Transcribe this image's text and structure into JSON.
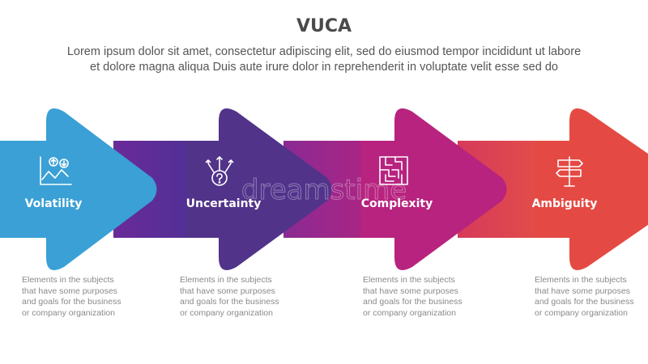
{
  "header": {
    "title": "VUCA",
    "subtitle_lines": [
      "Lorem ipsum dolor sit amet, consectetur adipiscing elit, sed do eiusmod tempor incididunt ut labore",
      "et dolore magna aliqua Duis aute irure dolor in reprehenderit in voluptate velit esse sed do"
    ]
  },
  "watermark": "dreamstime",
  "steps": [
    {
      "label": "Volatility",
      "icon": "chart-up-down-icon",
      "color": "#3aa0d5",
      "desc": [
        "Elements in the subjects",
        "that have some purposes",
        "and goals for the  business",
        "or company organization"
      ]
    },
    {
      "label": "Uncertainty",
      "icon": "question-arrows-icon",
      "color": "#51338a",
      "desc": [
        "Elements in the subjects",
        "that have some purposes",
        "and goals for the  business",
        "or company organization"
      ]
    },
    {
      "label": "Complexity",
      "icon": "maze-icon",
      "color": "#b7237f",
      "desc": [
        "Elements in the subjects",
        "that have some purposes",
        "and goals for the  business",
        "or company organization"
      ]
    },
    {
      "label": "Ambiguity",
      "icon": "signpost-icon",
      "color": "#e44a43",
      "desc": [
        "Elements in the subjects",
        "that have some purposes",
        "and goals for the  business",
        "or company organization"
      ]
    }
  ]
}
